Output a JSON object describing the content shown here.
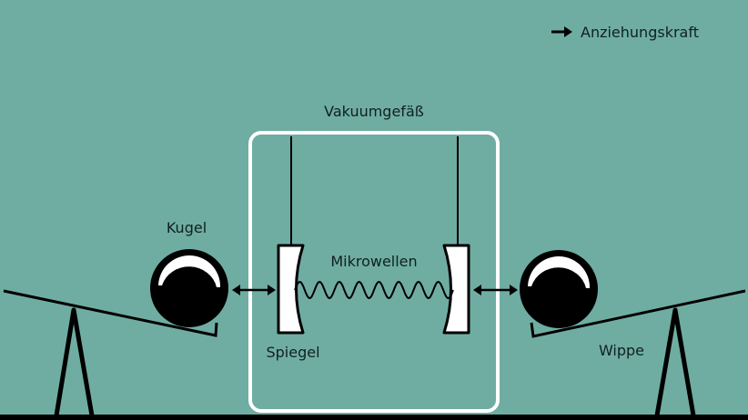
{
  "legend": {
    "label": "Anziehungskraft",
    "icon": "arrow-right-icon"
  },
  "labels": {
    "vessel": "Vakuumgefäß",
    "ball": "Kugel",
    "microwaves": "Mikrowellen",
    "mirror": "Spiegel",
    "seesaw": "Wippe"
  },
  "colors": {
    "background": "#6fada3",
    "ink": "#000000",
    "vessel": "#ffffff"
  }
}
